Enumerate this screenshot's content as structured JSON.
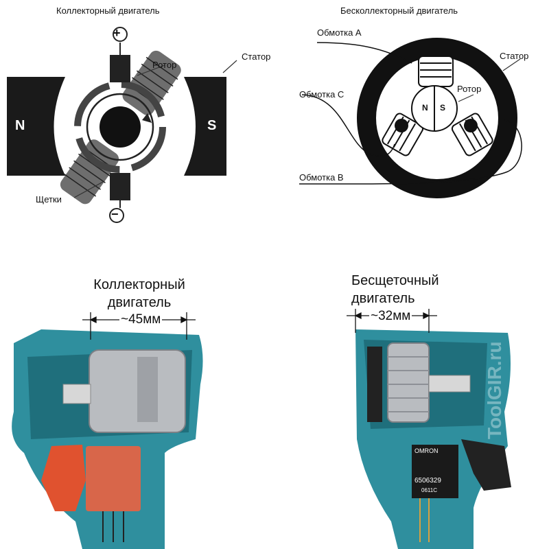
{
  "top_left": {
    "title": "Коллекторный двигатель",
    "plus": "+",
    "minus": "−",
    "rotor": "Ротор",
    "stator": "Статор",
    "brushes": "Щетки",
    "pole_n": "N",
    "pole_s": "S"
  },
  "top_right": {
    "title": "Бесколлекторный двигатель",
    "winding_a": "Обмотка А",
    "winding_b": "Обмотка B",
    "winding_c": "Обмотка С",
    "stator": "Статор",
    "rotor": "Ротор",
    "pole_n": "N",
    "pole_s": "S"
  },
  "bottom_left": {
    "caption_line1": "Коллекторный",
    "caption_line2": "двигатель",
    "dimension": "~45мм"
  },
  "bottom_right": {
    "caption_line1": "Бесщеточный",
    "caption_line2": "двигатель",
    "dimension": "~32мм",
    "chip_brand": "OMRON",
    "chip_code": "6506329",
    "chip_sub": "0611C",
    "watermark": "ToolGIR.ru"
  },
  "colors": {
    "housing_teal": "#2f8f9e",
    "housing_dark": "#1f6f7c",
    "switch_red": "#e0522f",
    "magnet_black": "#1a1a1a",
    "motor_silver": "#b9bcc0"
  }
}
